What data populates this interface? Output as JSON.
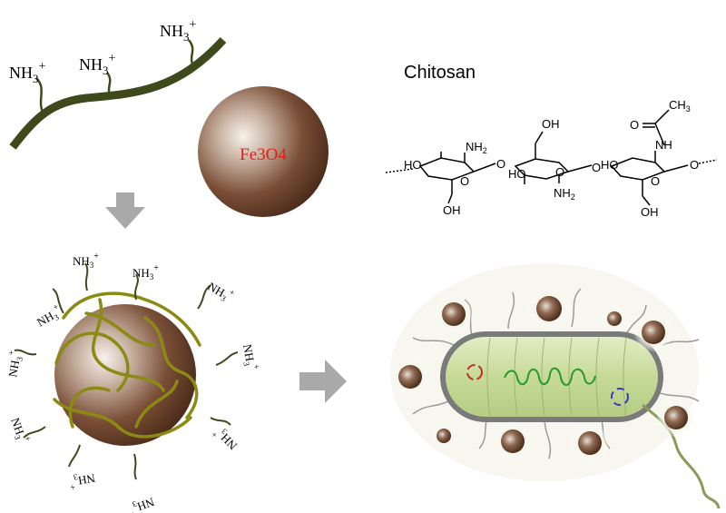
{
  "labels": {
    "chitosan_title": "Chitosan",
    "fe3o4": "Fe3O4",
    "nh3": "NH3",
    "nh3_sub": "3",
    "plus": "+"
  },
  "chem": {
    "ho": "HO",
    "oh": "OH",
    "nh2": "NH2",
    "nh": "NH",
    "o": "O",
    "ch3": "CH3"
  },
  "colors": {
    "chain_dark": "#3f4a1c",
    "chain_olive": "#7a7a14",
    "sphere_dark": "#4a2a18",
    "sphere_light": "#f4efe9",
    "arrow": "#a9a9a9",
    "fe3o4_text": "#e0201a",
    "cell_fill": "#c9dca0",
    "cell_outline": "#6f6f6f",
    "dna": "#2a9a2a"
  }
}
